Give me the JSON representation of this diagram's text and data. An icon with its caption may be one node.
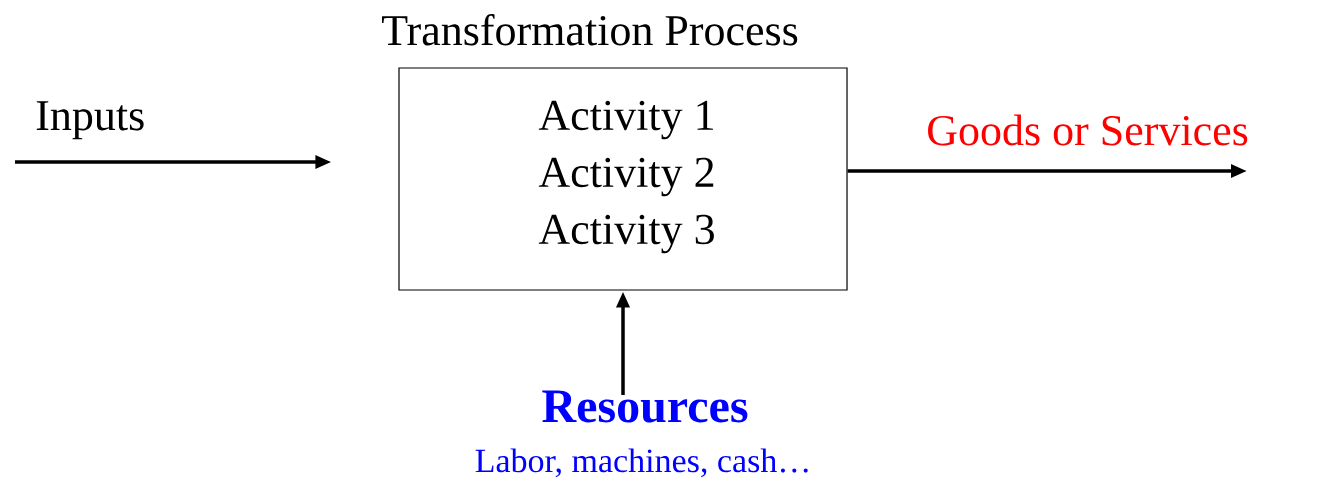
{
  "diagram": {
    "nodes": [
      {
        "text": [
          "Transformation Process",
          "Activity 1",
          "Activity 2",
          "Activity 3"
        ]
      },
      {
        "text": [
          "Inputs"
        ]
      },
      {
        "text": [
          "Goods or Services"
        ]
      },
      {
        "text": [
          "Resources",
          "Labor, machines, cash…"
        ]
      }
    ],
    "edges": [
      {
        "from": 1,
        "to": 0,
        "arrow": "to"
      },
      {
        "from": 0,
        "to": 2,
        "arrow": "to"
      },
      {
        "from": 3,
        "to": 0,
        "arrow": "to"
      }
    ]
  }
}
